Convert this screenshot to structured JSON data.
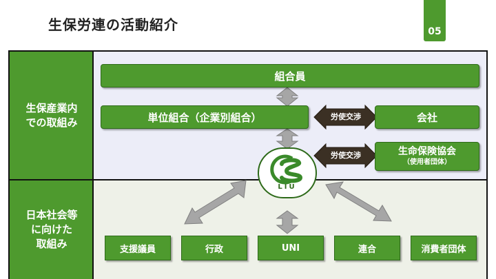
{
  "header": {
    "title": "生保労連の活動紹介",
    "page_number": "05"
  },
  "rows": {
    "top_label": "生保産業内\nでの取組み",
    "bottom_label": "日本社会等\nに向けた\n取組み"
  },
  "boxes": {
    "members": "組合員",
    "unit_union": "単位組合（企業別組合）",
    "company": "会社",
    "association": "生命保険協会",
    "association_sub": "（使用者団体）"
  },
  "labor_talks": {
    "upper": "労使交渉",
    "lower": "労使交渉"
  },
  "logo": {
    "text": "LIU"
  },
  "partners": [
    "支援議員",
    "行政",
    "UNI",
    "連合",
    "消費者団体"
  ],
  "colors": {
    "green": "#4e9a2e",
    "dark_brown": "#3b3024",
    "gray_arrow": "#a6a6a6"
  }
}
